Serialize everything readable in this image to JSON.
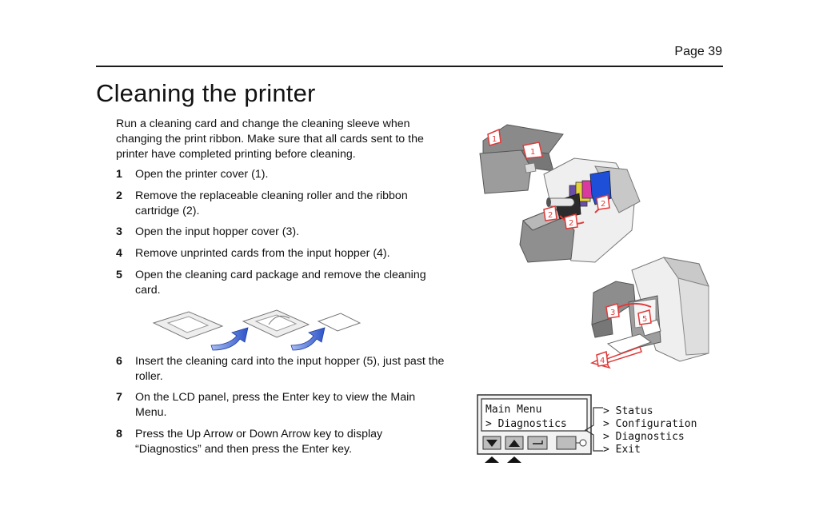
{
  "header": {
    "page_number": "Page 39"
  },
  "title": "Cleaning the printer",
  "intro": "Run a cleaning card and change the cleaning sleeve when changing the print ribbon. Make sure that all cards sent to the printer have completed printing before cleaning.",
  "steps": [
    {
      "num": "1",
      "text": "Open the printer cover (1)."
    },
    {
      "num": "2",
      "text": "Remove the replaceable cleaning roller and the ribbon cartridge (2)."
    },
    {
      "num": "3",
      "text": "Open the input hopper cover (3)."
    },
    {
      "num": "4",
      "text": "Remove unprinted cards from the input hopper (4)."
    },
    {
      "num": "5",
      "text": "Open the cleaning card package and remove the cleaning card."
    },
    {
      "num": "6",
      "text": "Insert the cleaning card into the input hopper (5), just past the roller."
    },
    {
      "num": "7",
      "text": "On the LCD panel, press the Enter key to view the Main Menu."
    },
    {
      "num": "8",
      "text": "Press the Up Arrow or Down Arrow key to display “Diagnostics” and then press the Enter key."
    }
  ],
  "printer_callouts": {
    "c1a": "1",
    "c1b": "1",
    "c2a": "2",
    "c2b": "2",
    "c2c": "2"
  },
  "hopper_callouts": {
    "c3": "3",
    "c4": "4",
    "c5": "5"
  },
  "lcd": {
    "screen_line1": "Main Menu",
    "screen_line2": "> Diagnostics",
    "menu_options": [
      "> Status",
      "> Configuration",
      "> Diagnostics",
      "> Exit"
    ]
  },
  "colors": {
    "accent_red": "#e03a3a",
    "arrow_blue": "#2c53c8",
    "ribbon_blue": "#1d4fd8"
  }
}
